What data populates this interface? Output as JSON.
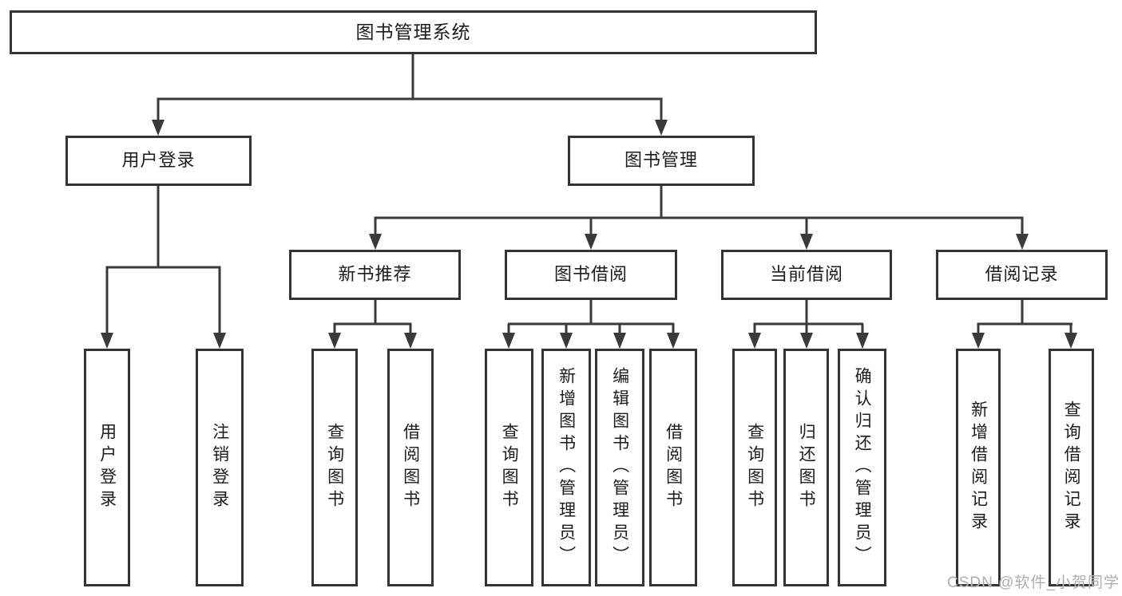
{
  "diagram": {
    "root": "图书管理系统",
    "level2": [
      "用户登录",
      "图书管理"
    ],
    "level3": [
      "新书推荐",
      "图书借阅",
      "当前借阅",
      "借阅记录"
    ],
    "groups": {
      "user_login_children": [
        "用户登录",
        "注销登录"
      ],
      "new_book_children": [
        "查询图书",
        "借阅图书"
      ],
      "book_borrow_children": [
        "查询图书",
        "新增图书（管理员）",
        "编辑图书（管理员）",
        "借阅图书"
      ],
      "current_borrow_children": [
        "查询图书",
        "归还图书",
        "确认归还（管理员）"
      ],
      "borrow_record_children": [
        "新增借阅记录",
        "查询借阅记录"
      ]
    }
  },
  "colors": {
    "line": "#3a3a3a",
    "border": "#343434",
    "text": "#1c1c1c",
    "watermark": "#aeaeae"
  },
  "watermark": "CSDN @软件_小贺同学"
}
